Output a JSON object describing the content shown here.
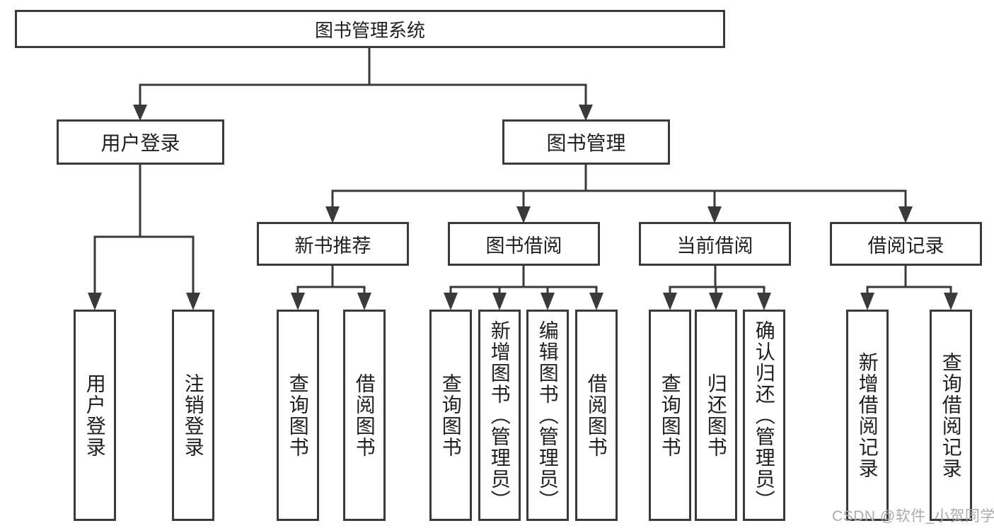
{
  "tree": {
    "label": "图书管理系统",
    "children": [
      {
        "label": "用户登录",
        "children": [
          {
            "label": "用户登录"
          },
          {
            "label": "注销登录"
          }
        ]
      },
      {
        "label": "图书管理",
        "children": [
          {
            "label": "新书推荐",
            "children": [
              {
                "label": "查询图书"
              },
              {
                "label": "借阅图书"
              }
            ]
          },
          {
            "label": "图书借阅",
            "children": [
              {
                "label": "查询图书"
              },
              {
                "label": "新增图书（管理员）"
              },
              {
                "label": "编辑图书（管理员）"
              },
              {
                "label": "借阅图书"
              }
            ]
          },
          {
            "label": "当前借阅",
            "children": [
              {
                "label": "查询图书"
              },
              {
                "label": "归还图书"
              },
              {
                "label": "确认归还（管理员）"
              }
            ]
          },
          {
            "label": "借阅记录",
            "children": [
              {
                "label": "新增借阅记录"
              },
              {
                "label": "查询借阅记录"
              }
            ]
          }
        ]
      }
    ]
  },
  "watermark": {
    "text": "CSDN @软件_小贺同学"
  },
  "colors": {
    "line": "#3a3a3a",
    "box_border": "#3a3a3a",
    "text": "#1f1f1f",
    "watermark": "#ababab",
    "background": "#ffffff"
  }
}
